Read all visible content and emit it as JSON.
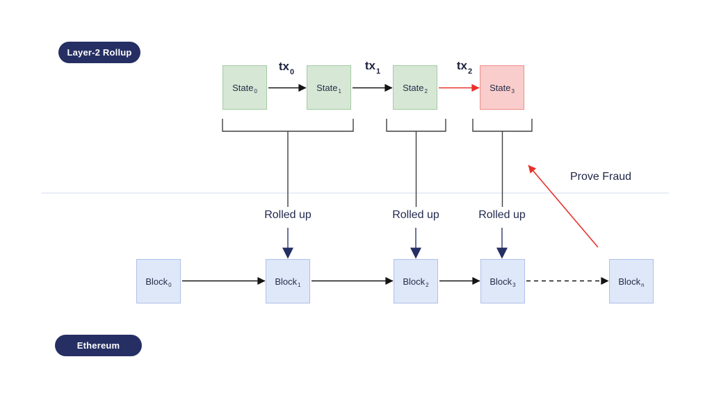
{
  "badges": {
    "layer2": "Layer-2 Rollup",
    "ethereum": "Ethereum"
  },
  "layer2": {
    "states": [
      {
        "label": "State",
        "sub": "0",
        "variant": "green"
      },
      {
        "label": "State",
        "sub": "1",
        "variant": "green"
      },
      {
        "label": "State",
        "sub": "2",
        "variant": "green"
      },
      {
        "label": "State",
        "sub": "3",
        "variant": "red"
      }
    ],
    "transactions": [
      {
        "label": "tx",
        "sub": "0"
      },
      {
        "label": "tx",
        "sub": "1"
      },
      {
        "label": "tx",
        "sub": "2"
      }
    ]
  },
  "rolled_up": [
    "Rolled up",
    "Rolled up",
    "Rolled up"
  ],
  "prove_fraud": "Prove Fraud",
  "ethereum_chain": {
    "blocks": [
      {
        "label": "Block",
        "sub": "0"
      },
      {
        "label": "Block",
        "sub": "1"
      },
      {
        "label": "Block",
        "sub": "2"
      },
      {
        "label": "Block",
        "sub": "3"
      },
      {
        "label": "Block",
        "sub": "n"
      }
    ]
  },
  "colors": {
    "navy": "#262f63",
    "text_dark": "#252c49",
    "green_fill": "#d6e8d5",
    "green_border": "#a3c9a2",
    "red_fill": "#f9cdcb",
    "red_border": "#ef8d88",
    "red_arrow": "#e8312a",
    "blue_fill": "#dee8f9",
    "blue_border": "#aebfe9",
    "line_gray": "#3f3f3f",
    "black": "#141414",
    "divider": "#e2e7f3"
  }
}
